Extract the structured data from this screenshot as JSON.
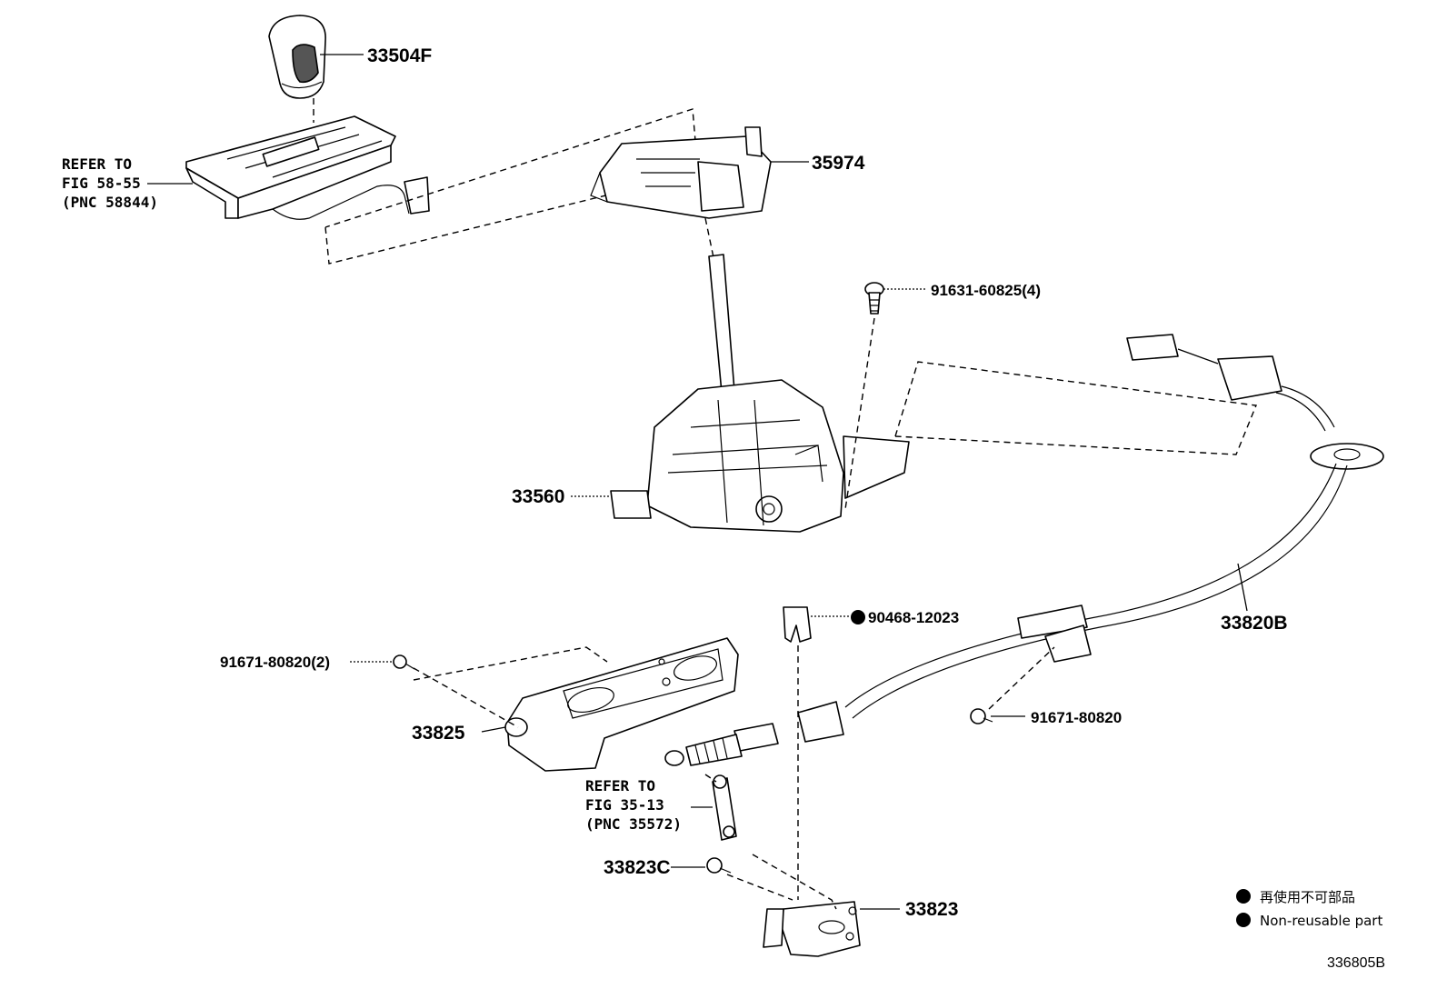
{
  "parts": {
    "p33504F": "33504F",
    "p35974": "35974",
    "p91631": "91631-60825(4)",
    "p33560": "33560",
    "p90468": "90468-12023",
    "p33820B": "33820B",
    "p91671_2": "91671-80820(2)",
    "p33825": "33825",
    "p91671": "91671-80820",
    "p33823C": "33823C",
    "p33823": "33823"
  },
  "refs": {
    "ref1": {
      "l1": "REFER TO",
      "l2": "FIG 58-55",
      "l3": "(PNC 58844)"
    },
    "ref2": {
      "l1": "REFER TO",
      "l2": "FIG 35-13",
      "l3": "(PNC 35572)"
    }
  },
  "legend": {
    "jp": "再使用不可部品",
    "en": "Non-reusable part"
  },
  "diagram_code": "336805B",
  "icons": {
    "non_reusable_marker": "filled-circle"
  }
}
